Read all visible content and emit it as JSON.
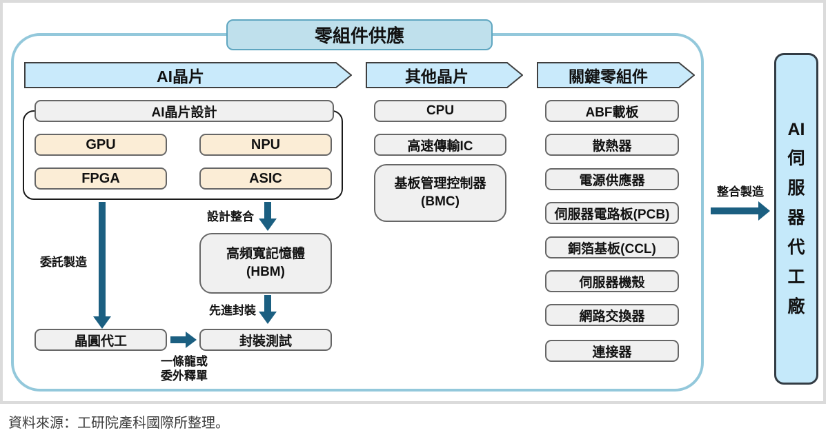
{
  "title": "零組件供應",
  "sections": {
    "ai_chip": {
      "header": "AI晶片",
      "design_group": {
        "header": "AI晶片設計",
        "chips": [
          "GPU",
          "NPU",
          "FPGA",
          "ASIC"
        ]
      },
      "labels": {
        "commission": "委託製造",
        "design_integration": "設計整合",
        "advanced_packaging": "先進封裝",
        "one_stop": [
          "一條龍或",
          "委外釋單"
        ]
      },
      "hbm": {
        "line1": "高頻寬記憶體",
        "line2": "(HBM)"
      },
      "foundry": "晶圓代工",
      "packaging_testing": "封裝測試"
    },
    "other_chips": {
      "header": "其他晶片",
      "items": [
        "CPU",
        "高速傳輸IC"
      ],
      "bmc": {
        "line1": "基板管理控制器",
        "line2": "(BMC)"
      }
    },
    "key_components": {
      "header": "關鍵零組件",
      "items": [
        "ABF載板",
        "散熱器",
        "電源供應器",
        "伺服器電路板(PCB)",
        "銅箔基板(CCL)",
        "伺服器機殼",
        "網路交換器",
        "連接器"
      ]
    }
  },
  "integration": {
    "label": "整合製造"
  },
  "odm": {
    "chars": [
      "AI",
      "伺",
      "服",
      "器",
      "代",
      "工",
      "廠"
    ]
  },
  "source": "資料來源：工研院產科國際所整理。",
  "colors": {
    "banner_fill": "#c9eafb",
    "banner_border": "#3f3f3f",
    "title_fill": "#bfe0ec",
    "container_border": "#93c8db",
    "arrow_teal": "#1b5f81",
    "gray_box": "#f0f0f0",
    "peach_box": "#fbedd6",
    "odm_fill": "#c5e9fa"
  }
}
